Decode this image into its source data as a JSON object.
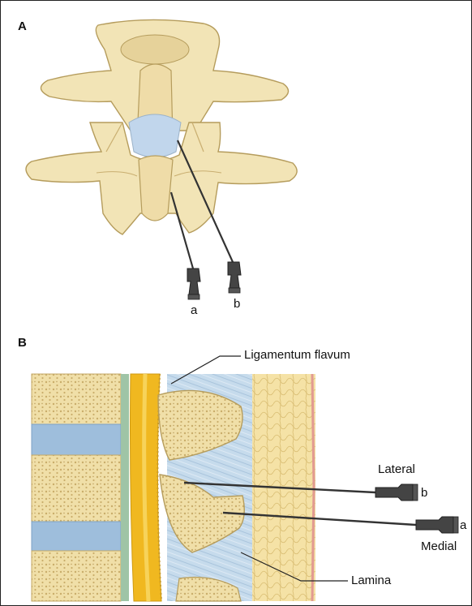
{
  "panel_a": {
    "letter": "A",
    "needle_a_label": "a",
    "needle_b_label": "b"
  },
  "panel_b": {
    "letter": "B",
    "ligamentum_label": "Ligamentum flavum",
    "lateral_label": "Lateral",
    "medial_label": "Medial",
    "lamina_label": "Lamina",
    "needle_b_label": "b",
    "needle_a_label": "a"
  },
  "colors": {
    "bone": "#f1e3b4",
    "bone_shadow": "#d9c28a",
    "bone_outline": "#b59c5c",
    "ligament": "#c3d8ea",
    "disc": "#9fbfe0",
    "spinal_canal": "#f0b820",
    "fat": "#f3dea0",
    "skin": "#e7a8a0",
    "needle": "#333333"
  }
}
